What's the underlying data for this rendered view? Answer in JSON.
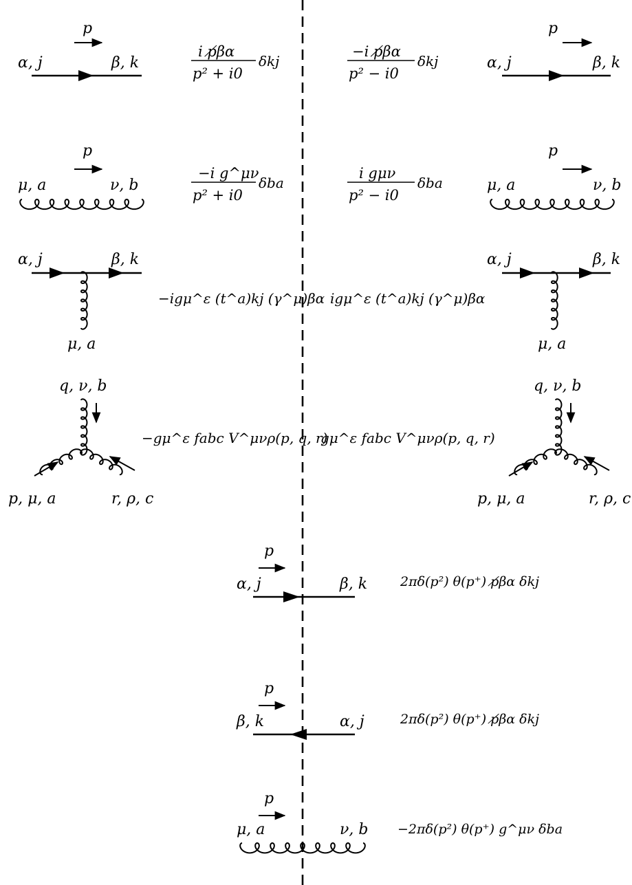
{
  "rules": [
    {
      "label_momentum": "p",
      "label_left": "α, j",
      "label_right": "β, k",
      "amplitude": {
        "num": "i p̸βα",
        "den": "p² + i0",
        "tail": "δkj"
      },
      "conjugate": {
        "num": "−i p̸βα",
        "den": "p² − i0",
        "tail": "δkj"
      }
    },
    {
      "label_momentum": "p",
      "label_left": "μ, a",
      "label_right": "ν, b",
      "amplitude": {
        "num": "−i g^μν",
        "den": "p² + i0",
        "tail": "δba"
      },
      "conjugate": {
        "num": "i gμν",
        "den": "p² − i0",
        "tail": "δba"
      }
    },
    {
      "label_left": "α, j",
      "label_right": "β, k",
      "label_bottom": "μ, a",
      "amplitude": "−igμ^ε (t^a)kj (γ^μ)βα",
      "conjugate": "igμ^ε (t^a)kj (γ^μ)βα"
    },
    {
      "label_top": "q, ν, b",
      "label_bl": "p, μ, a",
      "label_br": "r, ρ, c",
      "amplitude": "−gμ^ε fabc V^μνρ(p, q, r)",
      "conjugate": "gμ^ε fabc V^μνρ(p, q, r)"
    }
  ],
  "cut_rules": [
    {
      "label_momentum": "p",
      "label_left": "α, j",
      "label_right": "β, k",
      "expression": "2πδ(p²) θ(p⁺) p̸βα δkj"
    },
    {
      "label_momentum": "p",
      "label_left": "β, k",
      "label_right": "α, j",
      "expression": "2πδ(p²) θ(p⁺) p̸βα δkj"
    },
    {
      "label_momentum": "p",
      "label_left": "μ, a",
      "label_right": "ν, b",
      "expression": "−2πδ(p²) θ(p⁺) g^μν δba"
    }
  ]
}
